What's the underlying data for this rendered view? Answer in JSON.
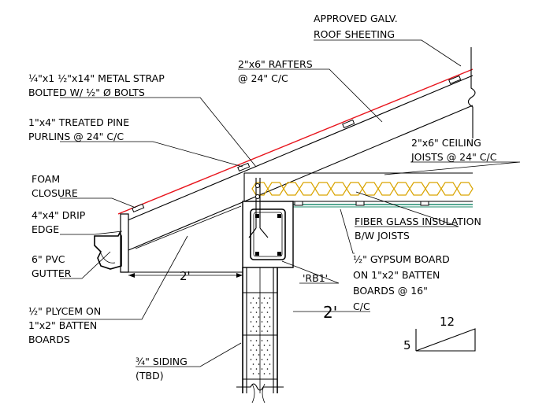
{
  "labels": {
    "roof_sheeting": [
      "APPROVED GALV.",
      "ROOF SHEETING"
    ],
    "rafters": [
      "2\"x6\" RAFTERS",
      "@ 24\" C/C"
    ],
    "metal_strap": [
      "¼\"x1 ½\"x14\" METAL STRAP",
      "BOLTED W/ ½\" Ø BOLTS"
    ],
    "purlins": [
      "1\"x4\" TREATED PINE",
      "PURLINS @ 24\" C/C"
    ],
    "ceiling_joists": [
      "2\"x6\" CEILING",
      "JOISTS @ 24\" C/C"
    ],
    "foam_closure": [
      "FOAM",
      "CLOSURE"
    ],
    "drip_edge": [
      "4\"x4\" DRIP",
      "EDGE"
    ],
    "insulation": [
      "FIBER GLASS INSULATION",
      "B/W JOISTS"
    ],
    "pvc_gutter": [
      "6\" PVC",
      "GUTTER"
    ],
    "gypsum_board": [
      "½\" GYPSUM BOARD",
      "ON 1\"x2\" BATTEN",
      "BOARDS @ 16\"",
      "C/C"
    ],
    "beam": "'RB1'",
    "plycem": [
      "½\" PLYCEM ON",
      "1\"x2\" BATTEN",
      "BOARDS"
    ],
    "siding": [
      "¾\" SIDING",
      "(TBD)"
    ]
  },
  "dimensions": {
    "overhang": "2'",
    "spacing": "2'"
  },
  "slope": {
    "rise": "5",
    "run": "12"
  },
  "colors": {
    "roof_sheet": "#e8141c",
    "insulation": "#d9a400",
    "gypsum": "#1e8c6e",
    "line": "#000000"
  }
}
